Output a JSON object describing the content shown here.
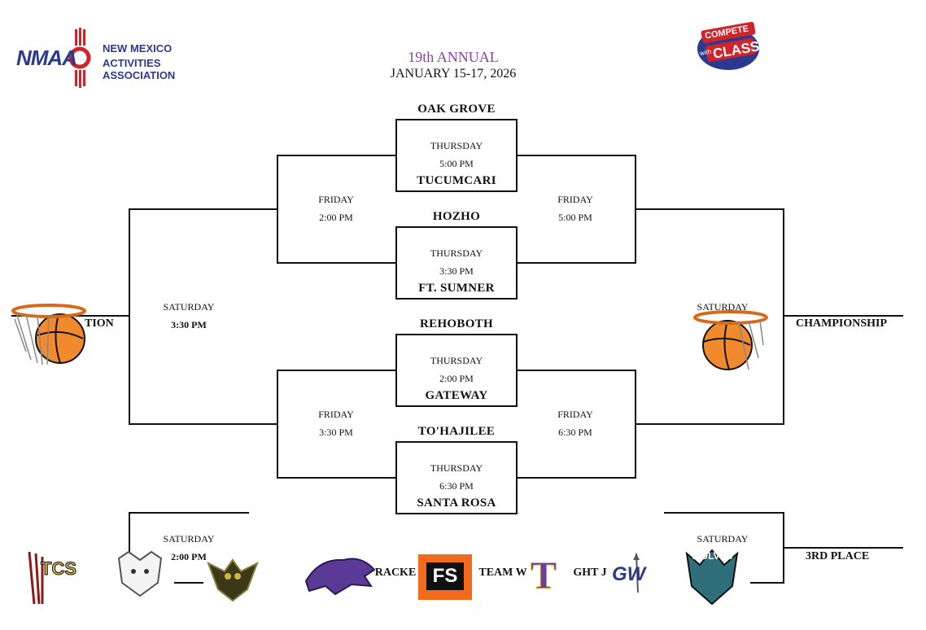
{
  "header": {
    "org_abbr": "NMAA",
    "org_line1": "NEW MEXICO",
    "org_line2": "ACTIVITIES ASSOCIATION",
    "edition": "19th ANNUAL",
    "dates": "JANUARY 15-17, 2026",
    "compete_logo": {
      "top": "COMPETE",
      "mid": "CLASS",
      "small": "with"
    }
  },
  "colors": {
    "edition": "#8a3fa8",
    "nmaa_blue": "#2b3a8f",
    "nmaa_red": "#d0242b",
    "line": "#111111"
  },
  "first_round": [
    {
      "top_team": "OAK GROVE",
      "bottom_team": "TUCUMCARI",
      "day": "THURSDAY",
      "time": "5:00 PM"
    },
    {
      "top_team": "HOZHO",
      "bottom_team": "FT. SUMNER",
      "day": "THURSDAY",
      "time": "3:30 PM"
    },
    {
      "top_team": "REHOBOTH",
      "bottom_team": "GATEWAY",
      "day": "THURSDAY",
      "time": "2:00 PM"
    },
    {
      "top_team": "TO'HAJILEE",
      "bottom_team": "SANTA ROSA",
      "day": "THURSDAY",
      "time": "6:30 PM"
    }
  ],
  "second_round": {
    "left_top": {
      "day": "FRIDAY",
      "time": "2:00 PM"
    },
    "right_top": {
      "day": "FRIDAY",
      "time": "5:00 PM"
    },
    "left_bottom": {
      "day": "FRIDAY",
      "time": "3:30 PM"
    },
    "right_bottom": {
      "day": "FRIDAY",
      "time": "6:30 PM"
    }
  },
  "final_round": {
    "left": {
      "day": "SATURDAY",
      "time": "3:30 PM",
      "label_fragment": "TION"
    },
    "right": {
      "day": "SATURDAY",
      "label": "CHAMPIONSHIP"
    }
  },
  "third_place": {
    "left": {
      "day": "SATURDAY",
      "time": "2:00 PM"
    },
    "right": {
      "day": "SATURDAY",
      "label": "3RD PLACE"
    }
  },
  "footer_fragments": {
    "bracket": "RACKE",
    "team": "TEAM W",
    "right": "GHT J",
    "fs": "FS",
    "tcs": "TCS",
    "wolves": "WOLVES",
    "gw": "GW",
    "t": "T"
  },
  "icons": [
    "basketball-hoop-icon",
    "zia-sun-icon",
    "bobcat-logo-icon",
    "owl-logo-icon",
    "lion-logo-icon",
    "feather-logo-icon",
    "wolf-logo-icon",
    "spear-logo-icon"
  ]
}
